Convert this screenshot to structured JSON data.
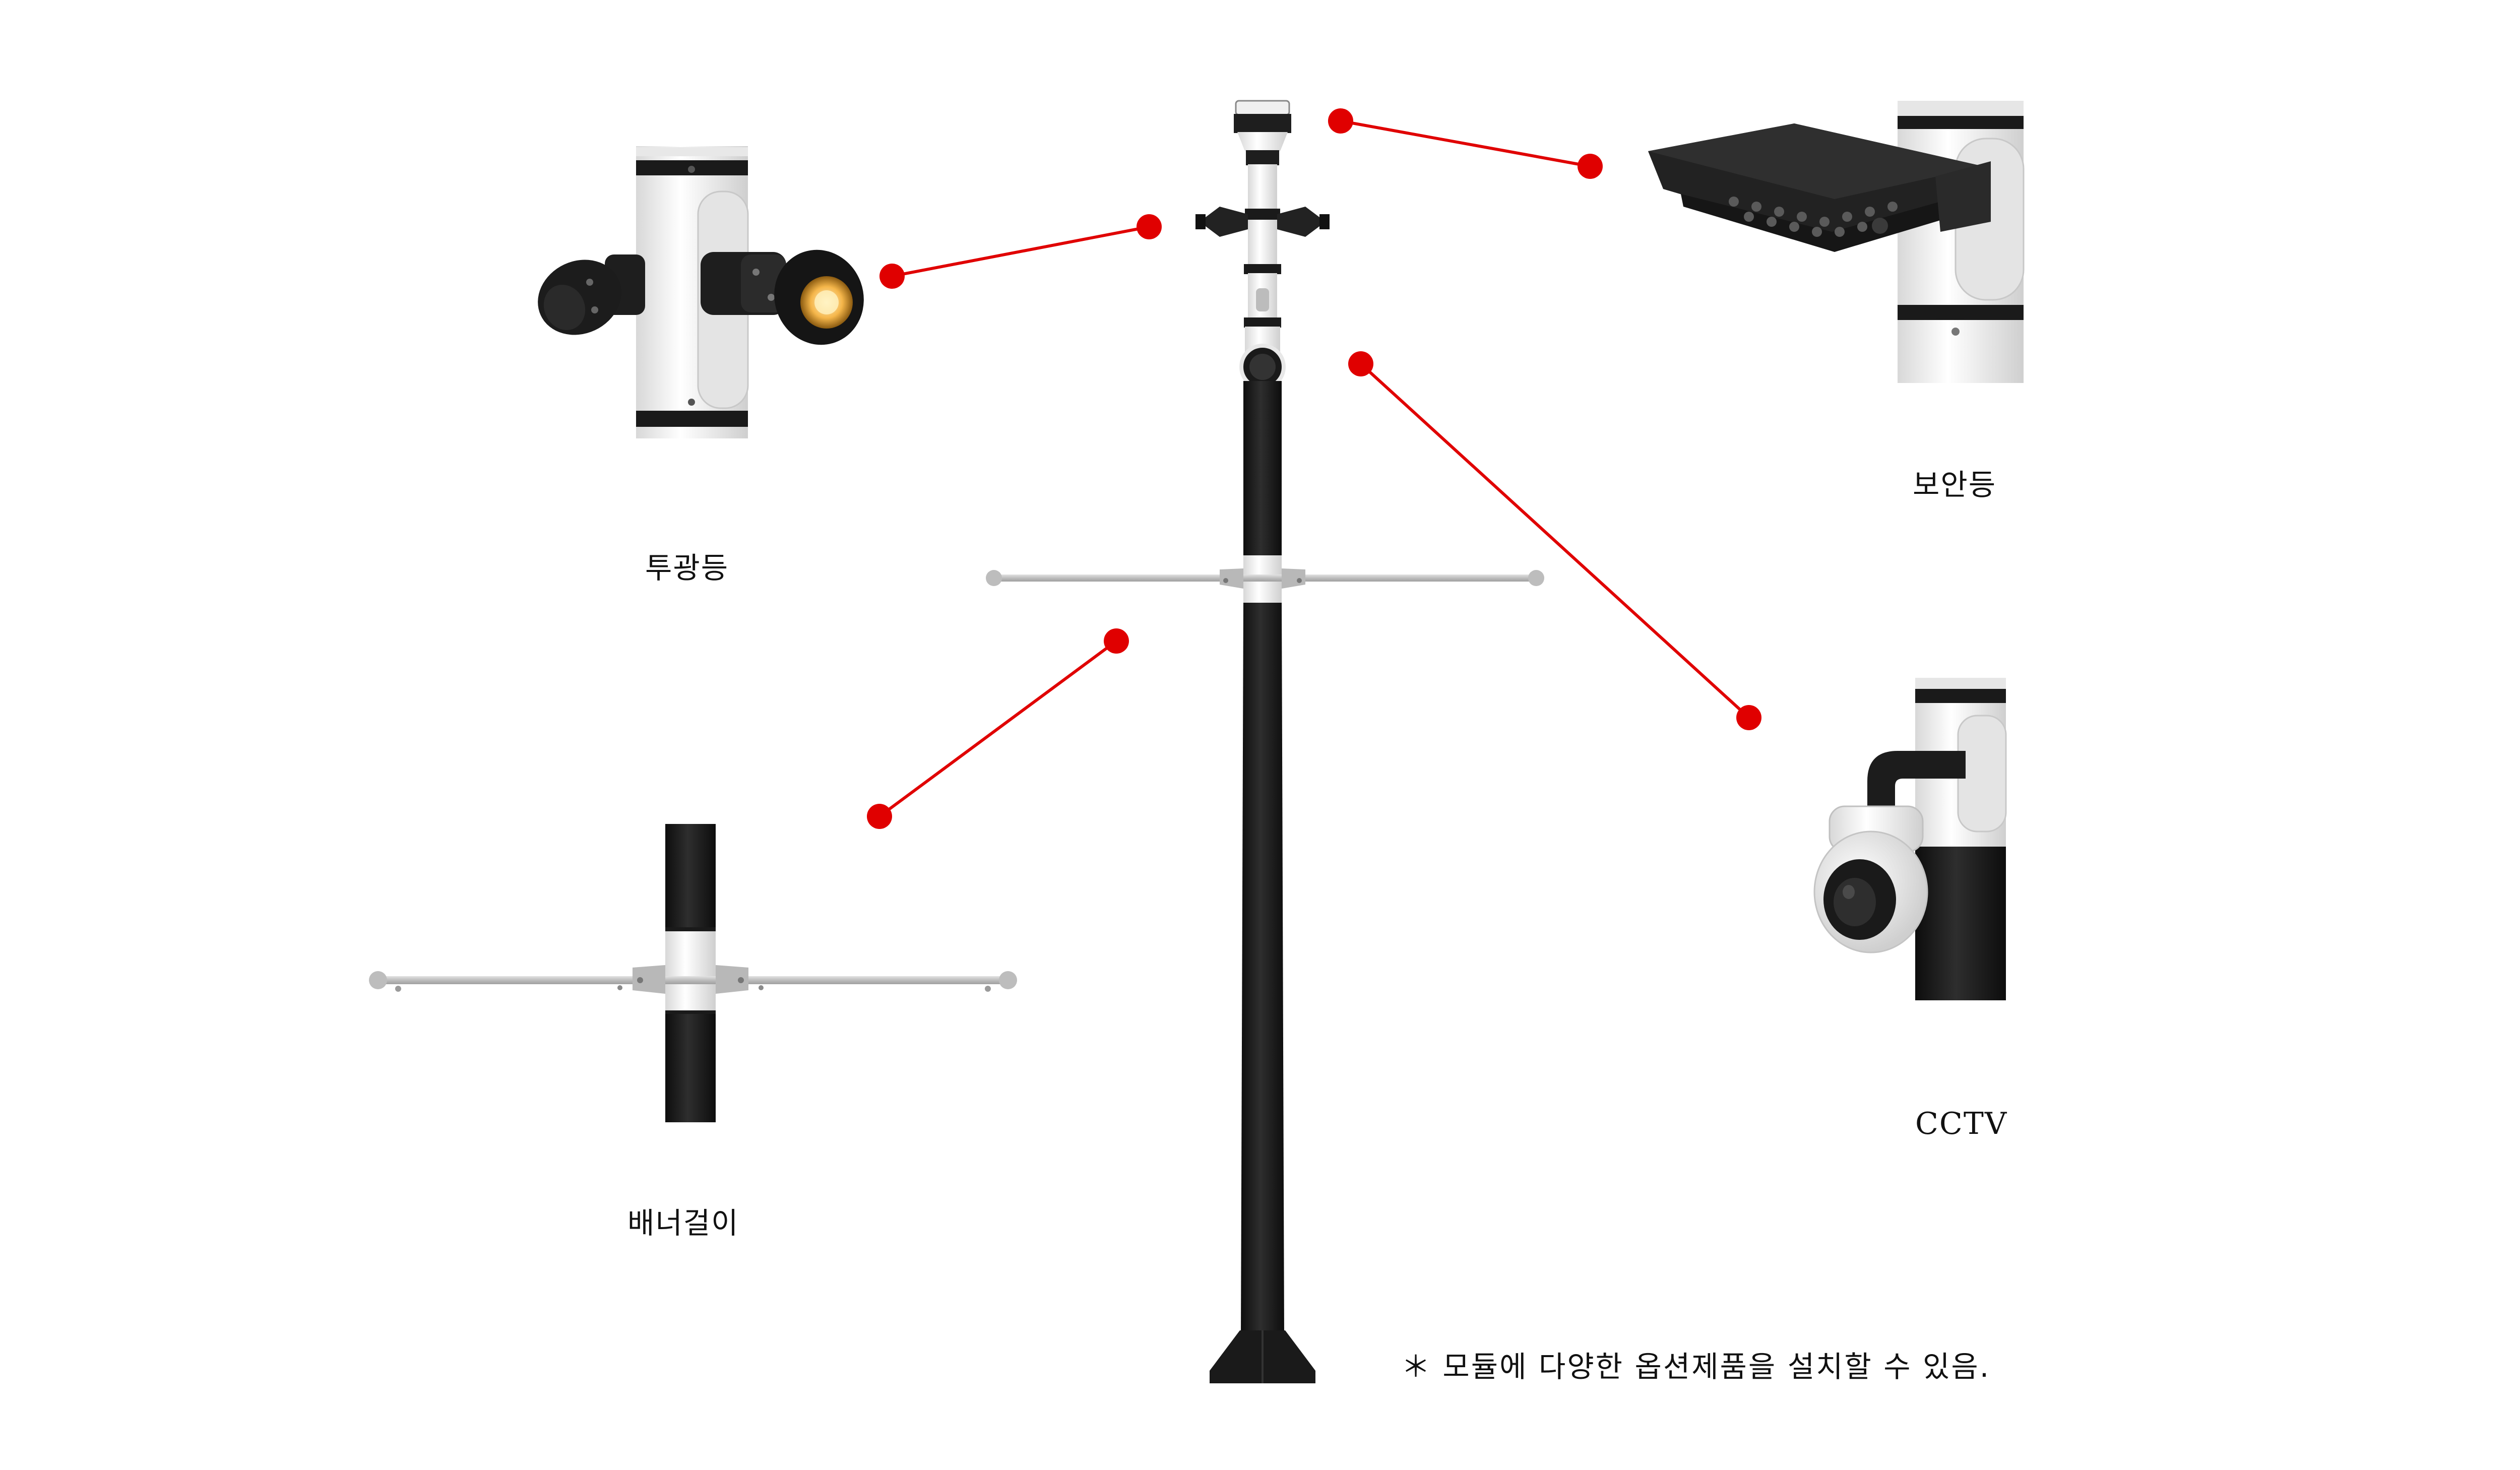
{
  "labels": {
    "floodlight": "투광등",
    "security_light": "보안등",
    "banner_hanger": "배너걸이",
    "cctv": "CCTV"
  },
  "note": "＊ 모듈에 다양한 옵션제품을 설치할 수 있음.",
  "colors": {
    "pole": "#1a1a1a",
    "module_white": "#f2f2f2",
    "bracket_gray": "#c4c4c4",
    "callout_red": "#e00000",
    "lamp_black": "#1e1e1e",
    "lens_amber": "#f5b64a"
  }
}
